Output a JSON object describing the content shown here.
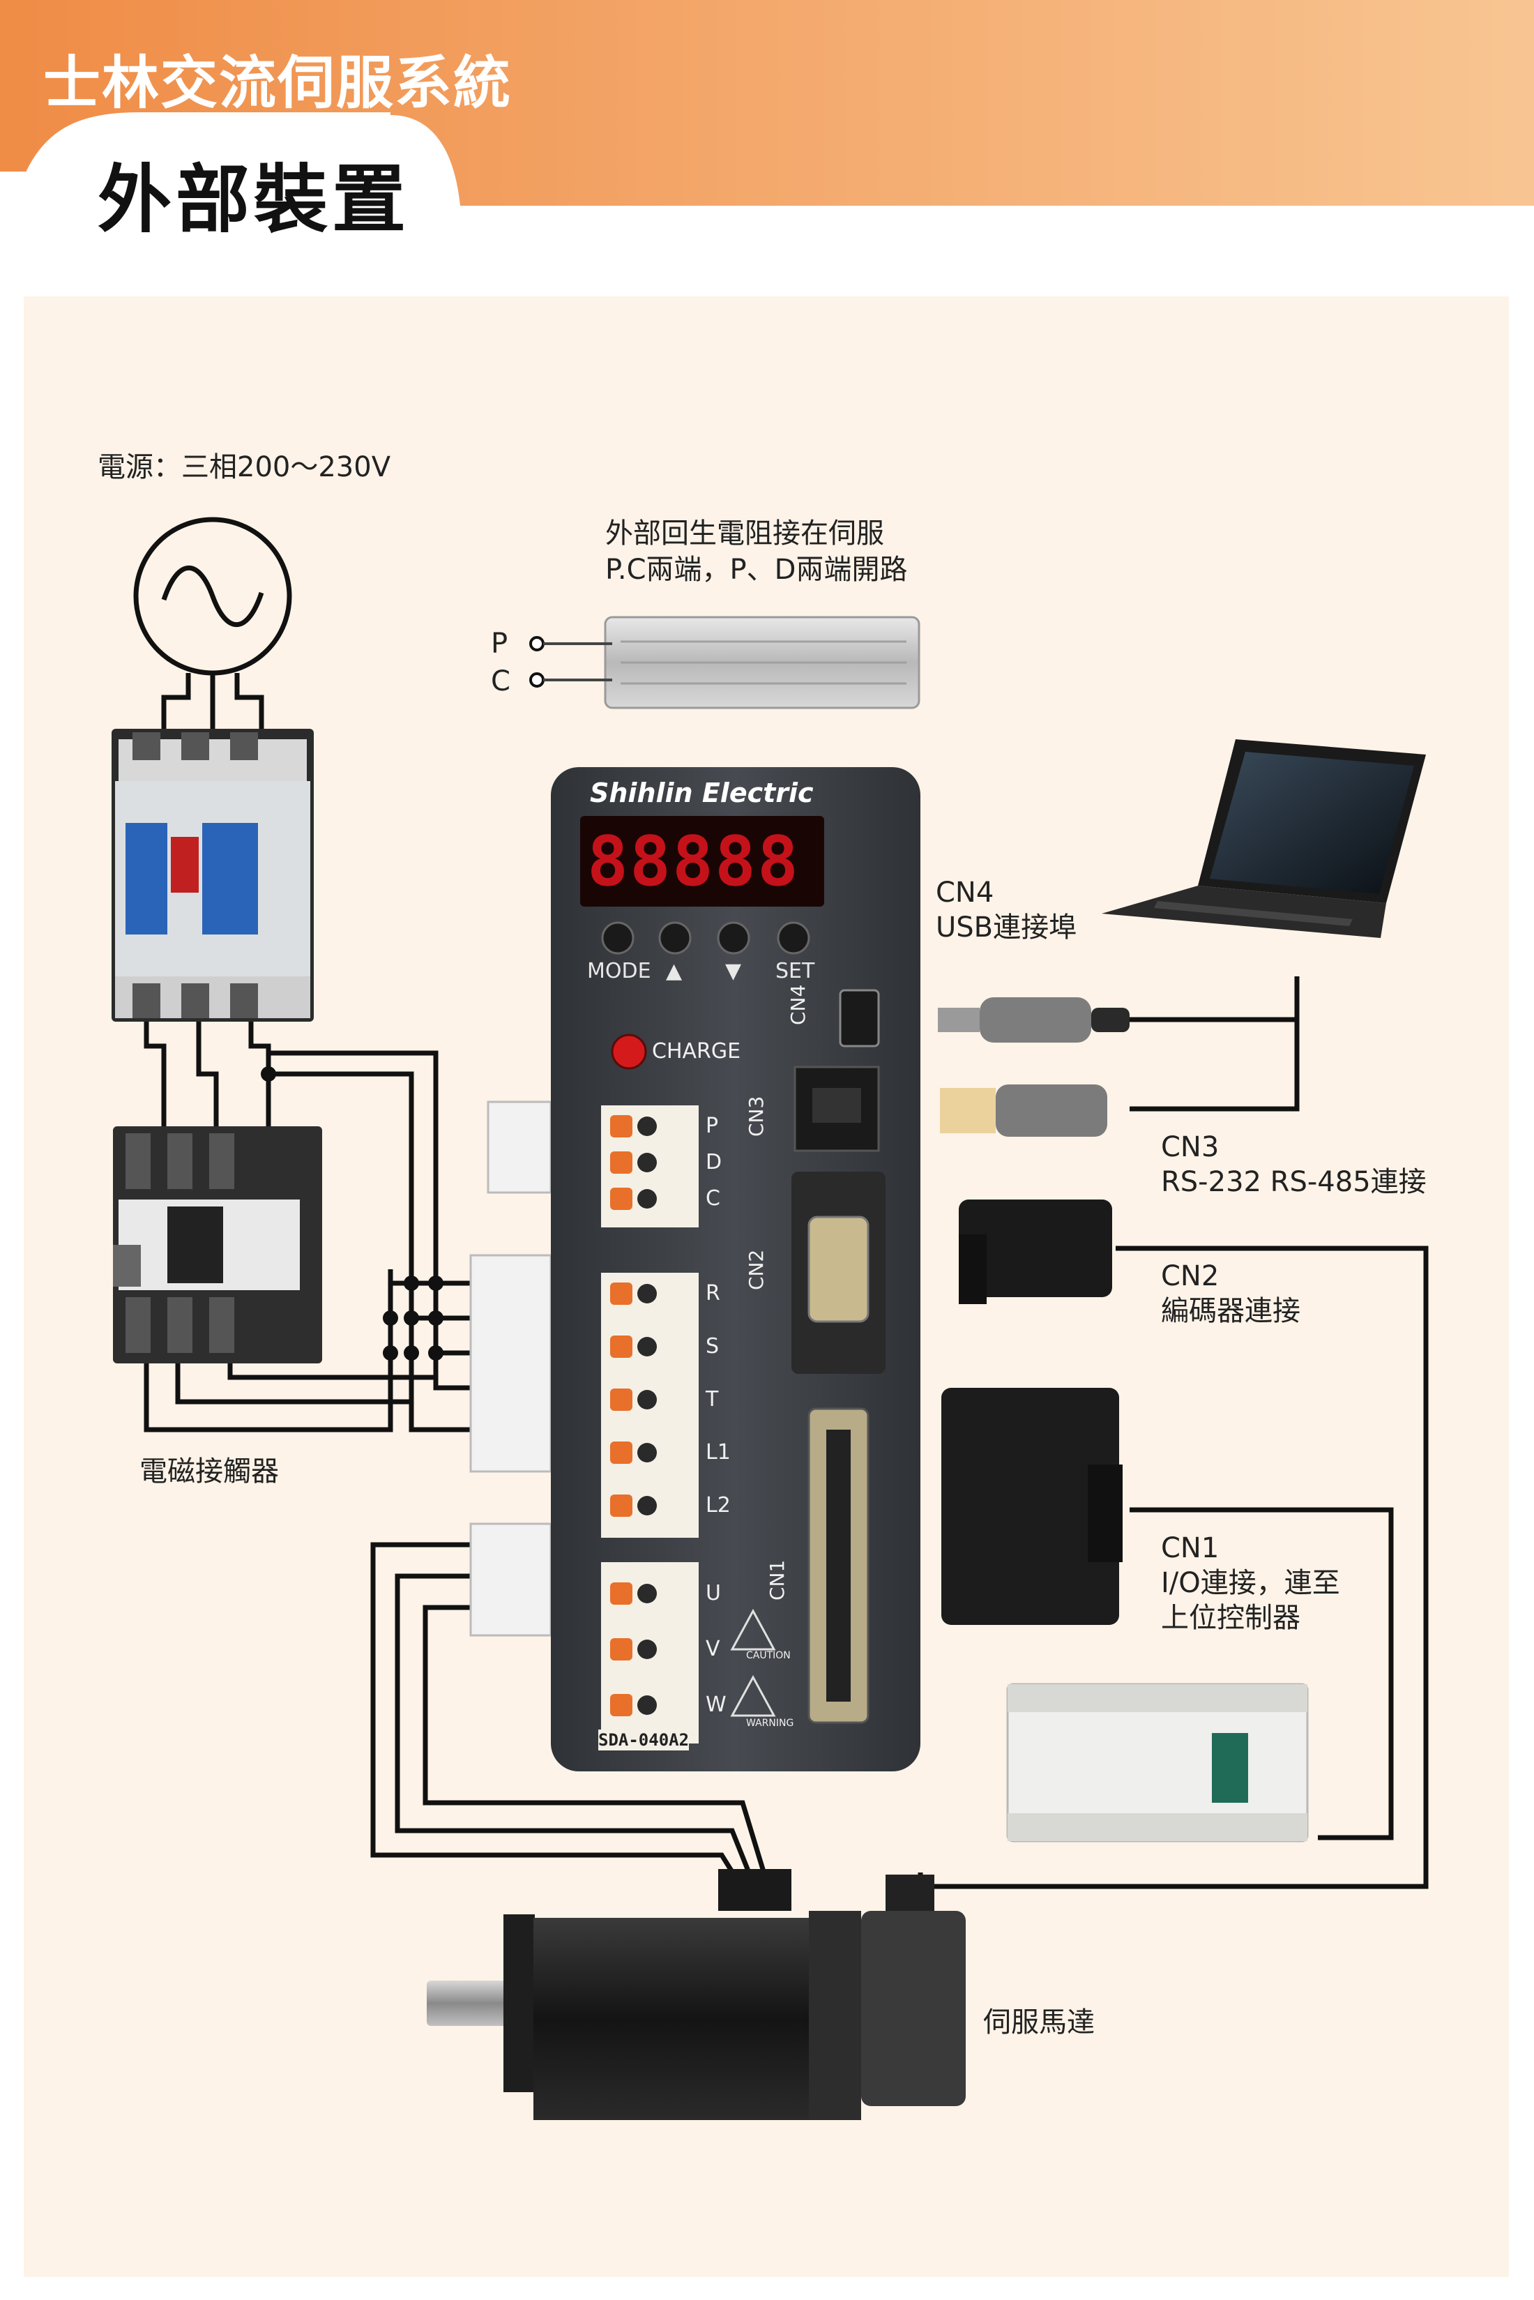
{
  "header": {
    "series_title": "士林交流伺服系統",
    "section_title": "外部裝置"
  },
  "labels": {
    "power": "電源：三相200～230V",
    "regen_line1": "外部回生電阻接在伺服",
    "regen_line2": "P.C兩端，P、D兩端開路",
    "terminal_p": "P",
    "terminal_c": "C",
    "contactor": "電磁接觸器",
    "cn4_line1": "CN4",
    "cn4_line2": "USB連接埠",
    "cn3_line1": "CN3",
    "cn3_line2": "RS-232 RS-485連接",
    "cn2_line1": "CN2",
    "cn2_line2": "編碼器連接",
    "cn1_line1": "CN1",
    "cn1_line2": "I/O連接，連至",
    "cn1_line3": "上位控制器",
    "motor": "伺服馬達"
  },
  "drive": {
    "brand": "Shihlin Electric",
    "display": "88888",
    "buttons": {
      "mode": "MODE",
      "up": "▲",
      "down": "▼",
      "set": "SET"
    },
    "charge": "CHARGE",
    "port_cn4": "CN4",
    "port_cn3": "CN3",
    "port_cn2": "CN2",
    "port_cn1": "CN1",
    "terminals_top": [
      "P",
      "D",
      "C"
    ],
    "terminals_mid": [
      "R",
      "S",
      "T",
      "L1",
      "L2"
    ],
    "terminals_bottom": [
      "U",
      "V",
      "W"
    ],
    "caution": "CAUTION",
    "warning": "WARNING",
    "model": "SDA-040A2"
  },
  "colors": {
    "header_orange": "#f2a46a",
    "panel_bg": "#fdf3e8",
    "drive_body": "#3a3d42",
    "display_red": "#c5121a",
    "terminal_orange": "#e8702a"
  }
}
